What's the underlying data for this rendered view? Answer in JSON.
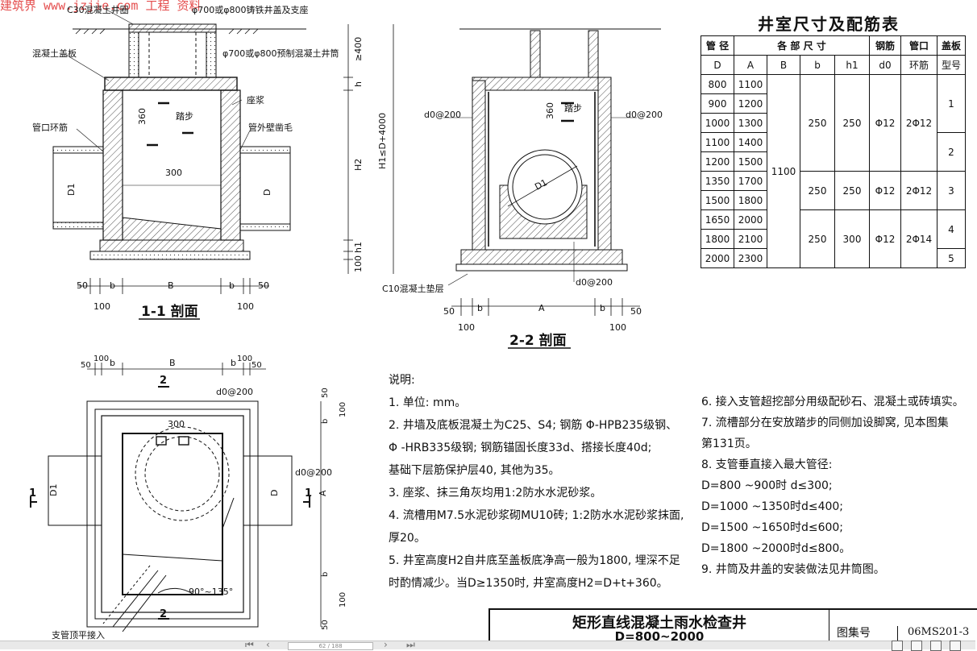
{
  "watermark": "建筑界 www.jzjie.com 工程 资料",
  "section11": {
    "caption": "1-1 剖面",
    "labels": {
      "cover_pipe": "C30混凝土井圈",
      "cast_iron": "φ700或φ800铸铁井盖及支座",
      "cover_slab": "混凝土盖板",
      "precast_pipe": "φ700或φ800预制混凝土井筒",
      "mortar": "座浆",
      "step": "踏步",
      "pipe_ring": "管口环筋",
      "rough": "管外壁凿毛"
    },
    "dims": {
      "ge400": "≥400",
      "h": "h",
      "H1": "H1≤D+4000",
      "H2": "H2",
      "h1": "h1",
      "d100": "100",
      "d360": "360",
      "d300": "300",
      "D1": "D1",
      "D": "D",
      "bottom": [
        "50",
        "b",
        "B",
        "b",
        "50"
      ],
      "bottom100": "100"
    }
  },
  "section22": {
    "caption": "2-2 剖面",
    "labels": {
      "do200": "d0@200",
      "step": "踏步",
      "d360": "360",
      "D1": "D1",
      "base": "C10混凝土垫层"
    },
    "dims": {
      "bottom": [
        "50",
        "b",
        "A",
        "b",
        "50"
      ],
      "bottom100": "100"
    }
  },
  "plan": {
    "labels": {
      "top_dims": [
        "50",
        "100",
        "b",
        "B",
        "b",
        "100",
        "50"
      ],
      "do200": "d0@200",
      "d300": "300",
      "D1": "D1",
      "D": "D",
      "A": "A",
      "angle": "90°~135°",
      "branch": "支管顶平接入",
      "sec2": "2",
      "sec1": "1",
      "right_dims": [
        "50",
        "b",
        "100",
        "b",
        "100",
        "50"
      ]
    }
  },
  "table": {
    "title": "井室尺寸及配筋表",
    "header1": [
      "管 径",
      "各 部 尺 寸",
      "钢筋",
      "管口",
      "盖板"
    ],
    "header2": [
      "D",
      "A",
      "B",
      "b",
      "h1",
      "d0",
      "环筋",
      "型号"
    ],
    "rows": [
      {
        "D": "800",
        "A": "1100"
      },
      {
        "D": "900",
        "A": "1200"
      },
      {
        "D": "1000",
        "A": "1300"
      },
      {
        "D": "1100",
        "A": "1400"
      },
      {
        "D": "1200",
        "A": "1500"
      },
      {
        "D": "1350",
        "A": "1700"
      },
      {
        "D": "1500",
        "A": "1800"
      },
      {
        "D": "1650",
        "A": "2000"
      },
      {
        "D": "1800",
        "A": "2100"
      },
      {
        "D": "2000",
        "A": "2300"
      }
    ],
    "B": "1100",
    "groups": [
      {
        "b": "250",
        "h1": "250",
        "d0": "Φ12",
        "ring": "2Φ12"
      },
      {
        "b": "250",
        "h1": "250",
        "d0": "Φ12",
        "ring": "2Φ12"
      },
      {
        "b": "250",
        "h1": "300",
        "d0": "Φ12",
        "ring": "2Φ14"
      }
    ],
    "types": [
      "1",
      "2",
      "3",
      "4",
      "5"
    ]
  },
  "notes": {
    "heading": "说明:",
    "left": [
      "1. 单位: mm。",
      "2. 井墙及底板混凝土为C25、S4; 钢筋 Φ-HPB235级钢、",
      "    Φ -HRB335级钢; 钢筋锚固长度33d、搭接长度40d;",
      "    基础下层筋保护层40, 其他为35。",
      "3. 座浆、抹三角灰均用1:2防水水泥砂浆。",
      "4. 流槽用M7.5水泥砂浆砌MU10砖; 1:2防水水泥砂浆抹面,",
      "    厚20。",
      "5. 井室高度H2自井底至盖板底净高一般为1800, 埋深不足",
      "    时酌情减少。当D≥1350时, 井室高度H2=D+t+360。"
    ],
    "right": [
      "6. 接入支管超挖部分用级配砂石、混凝土或砖填实。",
      "7. 流槽部分在安放踏步的同侧加设脚窝, 见本图集",
      "    第131页。",
      "8. 支管垂直接入最大管径:",
      "    D=800 ~900时   d≤300;",
      "    D=1000 ~1350时d≤400;",
      "    D=1500 ~1650时d≤600;",
      "    D=1800 ~2000时d≤800。",
      "9. 井筒及井盖的安装做法见井筒图。"
    ]
  },
  "title_block": {
    "main": "矩形直线混凝土雨水检查井",
    "sub": "D=800~2000",
    "label": "图集号",
    "code": "06MS201-3"
  },
  "viewer": {
    "page": "62 / 188"
  }
}
